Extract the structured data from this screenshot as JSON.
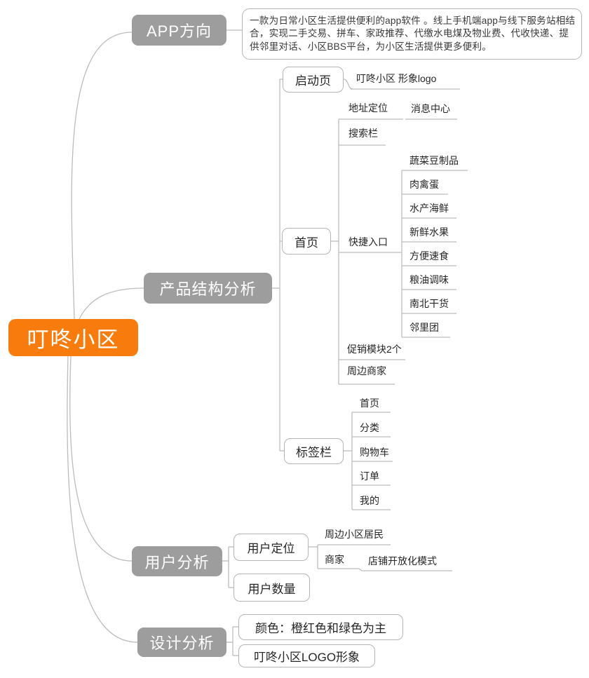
{
  "colors": {
    "root_fill": "#f87c0d",
    "branch_fill": "#9d9d9d",
    "connector": "#bcbcbc",
    "box_border": "#b5b5b5"
  },
  "root": {
    "label": "叮咚小区"
  },
  "app_direction": {
    "label": "APP方向",
    "description": "一款为日常小区生活提供便利的app软件 。线上手机端app与线下服务站相结合，实现二手交易、拼车、家政推荐、代缴水电煤及物业费、代收快递、提供邻里对话、小区BBS平台，为小区生活提供更多便利。"
  },
  "product_structure": {
    "label": "产品结构分析",
    "splash_page": {
      "label": "启动页",
      "logo": "叮咚小区 形象logo"
    },
    "home_page": {
      "label": "首页",
      "address": "地址定位",
      "message_center": "消息中心",
      "search_bar": "搜索栏",
      "quick_entry": {
        "label": "快捷入口",
        "items": [
          "蔬菜豆制品",
          "肉禽蛋",
          "水产海鲜",
          "新鲜水果",
          "方便速食",
          "粮油调味",
          "南北干货",
          "邻里团"
        ]
      },
      "promo": "促销模块2个",
      "nearby_shops": "周边商家"
    },
    "tab_bar": {
      "label": "标签栏",
      "items": [
        "首页",
        "分类",
        "购物车",
        "订单",
        "我的"
      ]
    }
  },
  "user_analysis": {
    "label": "用户分析",
    "positioning": {
      "label": "用户定位",
      "residents": "周边小区居民",
      "merchants": "商家",
      "open_shop": "店铺开放化模式"
    },
    "quantity": {
      "label": "用户数量"
    }
  },
  "design_analysis": {
    "label": "设计分析",
    "color_scheme": "颜色：橙红色和绿色为主",
    "logo_image": "叮咚小区LOGO形象"
  }
}
